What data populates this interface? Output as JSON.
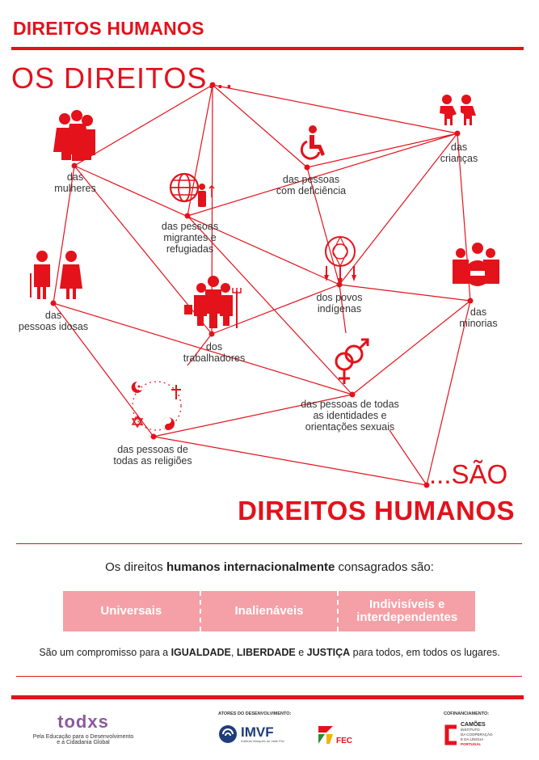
{
  "header": {
    "title": "DIREITOS HUMANOS"
  },
  "headline": {
    "left": "OS DIREITOS...",
    "sao": "...SÃO",
    "bottom": "DIREITOS HUMANOS"
  },
  "nodes": {
    "mulheres": [
      "das",
      "mulheres"
    ],
    "migrantes": [
      "das pessoas",
      "migrantes e",
      "refugiadas"
    ],
    "deficiencia": [
      "das pessoas",
      "com deficiência"
    ],
    "criancas": [
      "das",
      "crianças"
    ],
    "idosas": [
      "das",
      "pessoas idosas"
    ],
    "trabalhadores": [
      "dos",
      "trabalhadores"
    ],
    "indigenas": [
      "dos povos",
      "indígenas"
    ],
    "minorias": [
      "das",
      "minorias"
    ],
    "identidades": [
      "das pessoas de todas",
      "as identidades e",
      "orientações sexuais"
    ],
    "religioes": [
      "das pessoas de",
      "todas as religiões"
    ]
  },
  "intro": {
    "pre": "Os direitos ",
    "bold": "humanos internacionalmente",
    "post": " consagrados são:"
  },
  "properties": [
    "Universais",
    "Inalienáveis",
    "Indivisíveis e interdependentes"
  ],
  "commitment": {
    "pre": "São um compromisso para a ",
    "w1": "IGUALDADE",
    "sep1": ", ",
    "w2": "LIBERDADE",
    "sep2": " e ",
    "w3": "JUSTIÇA",
    "post": " para todos, em todos os lugares."
  },
  "footer": {
    "todxs_logo": "todxs",
    "todxs_tagline": [
      "Pela Educação para o Desenvolvimento",
      "e a Cidadania Global"
    ],
    "actors_label": "ATORES DO DESENVOLVIMENTO:",
    "imvf_logo": "IMVF",
    "imvf_sub": "Instituto Marquês de Valle Flôr",
    "fec_logo": "FEC",
    "cofin_label": "COFINANCIAMENTO:",
    "camoes_logo": [
      "CAMÕES",
      "INSTITUTO",
      "DA COOPERAÇÃO",
      "E DA LÍNGUA",
      "PORTUGAL"
    ]
  },
  "colors": {
    "accent": "#e3121b",
    "pill": "#f4a0a6"
  },
  "icons": [
    "women-group-icon",
    "globe-migrant-icon",
    "wheelchair-icon",
    "children-icon",
    "elderly-couple-icon",
    "workers-icon",
    "dreamcatcher-icon",
    "minorities-icon",
    "gender-symbols-icon",
    "religions-icon"
  ]
}
